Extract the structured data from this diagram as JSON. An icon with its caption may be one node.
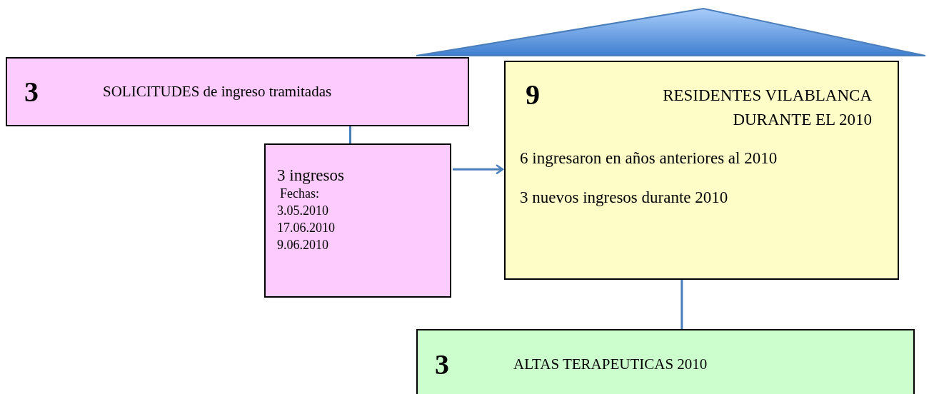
{
  "diagram": {
    "nodes": [
      {
        "text": [
          "3",
          "SOLICITUDES de ingreso tramitadas"
        ]
      },
      {
        "text": [
          "3 ingresos",
          "Fechas:",
          "3.05.2010",
          "17.06.2010",
          "9.06.2010"
        ]
      },
      {
        "text": [
          "9",
          "RESIDENTES VILABLANCA DURANTE EL 2010",
          "6 ingresaron en años anteriores al 2010",
          "3 nuevos ingresos durante 2010"
        ]
      },
      {
        "text": [
          "3",
          "ALTAS TERAPEUTICAS 2010"
        ]
      }
    ],
    "edges": [
      {
        "from": 0,
        "to": 1,
        "arrow": "none"
      },
      {
        "from": 1,
        "to": 2,
        "arrow": "to"
      },
      {
        "from": 2,
        "to": 3,
        "arrow": "none"
      }
    ]
  }
}
